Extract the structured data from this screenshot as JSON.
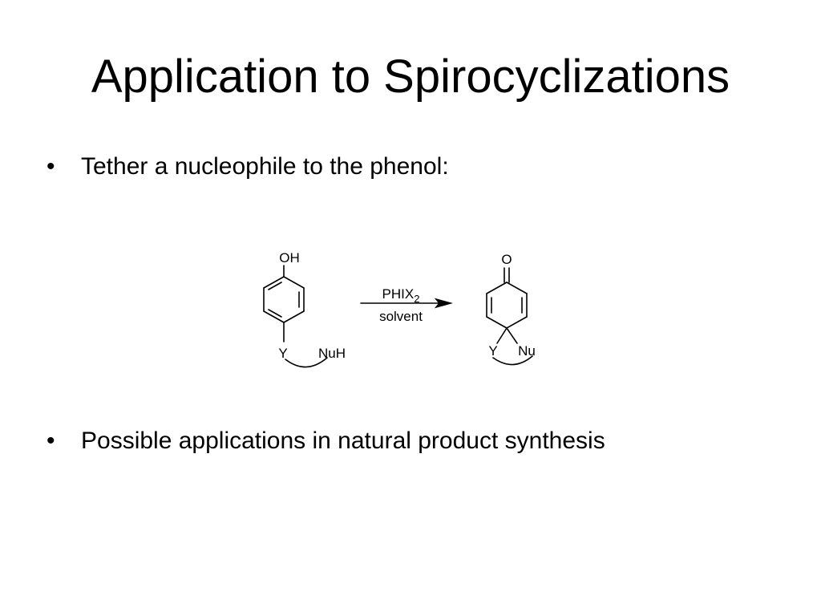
{
  "slide": {
    "title": "Application to Spirocyclizations",
    "bullet_symbol": "•",
    "bullets": [
      "Tether a nucleophile to the phenol:",
      "Possible applications in natural product synthesis"
    ]
  },
  "scheme": {
    "reactant": {
      "top_group": "OH",
      "linker_atom": "Y",
      "nucleophile": "NuH"
    },
    "reagent": {
      "name": "PHIX",
      "subscript": "2",
      "condition": "solvent"
    },
    "product": {
      "carbonyl_atom": "O",
      "linker_atom": "Y",
      "nucleophile": "Nu"
    }
  }
}
